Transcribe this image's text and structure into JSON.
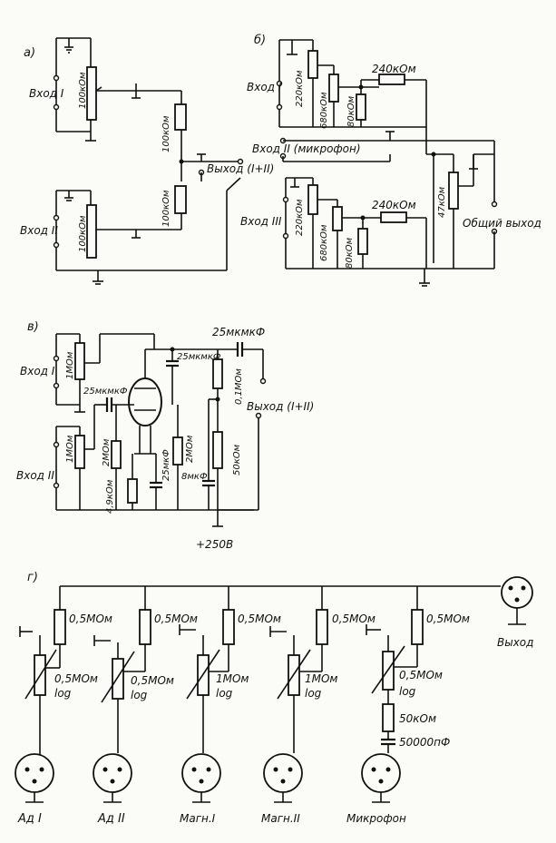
{
  "section_labels": {
    "a": "а)",
    "b": "б)",
    "v": "в)",
    "g": "г)"
  },
  "panel_a": {
    "input_1": "Вход I",
    "input_2": "Вход II",
    "pot_1": "100кОм",
    "pot_2": "100кОм",
    "r_top": "100кОм",
    "r_bottom": "100кОм",
    "output": "Выход (I+II)"
  },
  "panel_b": {
    "input_1": "Вход I",
    "input_2": "Вход II (микрофон)",
    "input_3": "Вход III",
    "r_220_top": "220кОм",
    "r_680_top": "680кОм",
    "r_80_top": "80кОм",
    "r_240_top": "240кОм",
    "r_220_bottom": "220кОм",
    "r_680_bottom": "680кОм",
    "r_80_bottom": "80кОм",
    "r_240_bottom": "240кОм",
    "r_47": "47кОм",
    "output": "Общий выход"
  },
  "panel_v": {
    "input_1": "Вход I",
    "input_2": "Вход II",
    "pot_1": "1МОм",
    "pot_2": "1МОм",
    "c_in": "25мкмкФ",
    "c_top": "25мкмкФ",
    "c_out": "25мкмкФ",
    "r_grid_1": "2МОм",
    "r_grid_2": "2МОм",
    "r_cathode": "4,9кОм",
    "c_cathode": "25мкФ",
    "c_decoupling": "8мкФ",
    "r_anode": "0,1МОм",
    "r_supply": "50кОм",
    "output": "Выход (I+II)",
    "supply": "+250В"
  },
  "panel_g": {
    "output": "Выход",
    "series_resistors": [
      "0,5МОм",
      "0,5МОм",
      "0,5МОм",
      "0,5МОм",
      "0,5МОм"
    ],
    "pots": [
      {
        "value": "0,5МОм",
        "taper": "log"
      },
      {
        "value": "0,5МОм",
        "taper": "log"
      },
      {
        "value": "1МОм",
        "taper": "log"
      },
      {
        "value": "1МОм",
        "taper": "log"
      },
      {
        "value": "0,5МОм",
        "taper": "log"
      }
    ],
    "mic_resistor": "50кОм",
    "mic_capacitor": "50000пФ",
    "connectors": [
      "Ад I",
      "Ад II",
      "Магн.I",
      "Магн.II",
      "Микрофон"
    ]
  }
}
